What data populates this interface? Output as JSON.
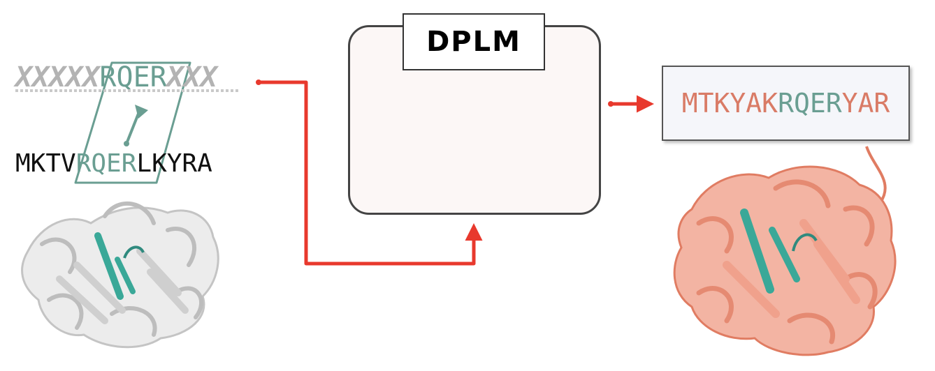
{
  "input": {
    "masked_prefix": "XXXXX",
    "motif": "RQER",
    "masked_suffix": "XXX",
    "source_prefix": "MKTV",
    "source_suffix": "LKYRA"
  },
  "model": {
    "title": "DPLM"
  },
  "output": {
    "prefix": "MTKYAK",
    "motif": "RQER",
    "suffix": "YAR"
  },
  "colors": {
    "motif": "#6a9e92",
    "arrow": "#e8392d",
    "output_scaffold": "#d97b66",
    "node_blue": "#5b9be0",
    "node_red": "#e06a6a",
    "input_protein": "#d9d9d9",
    "output_protein": "#f0a18c",
    "motif_strand": "#3aa898"
  }
}
